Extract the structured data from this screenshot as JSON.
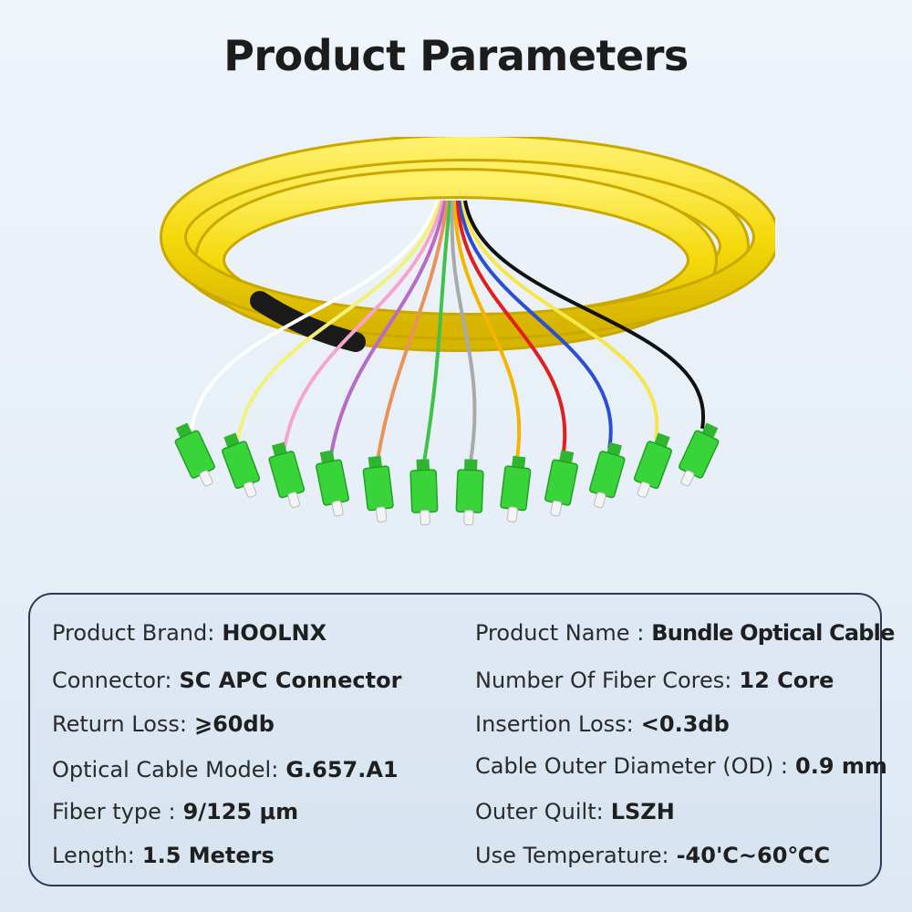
{
  "header": {
    "title": "Product Parameters"
  },
  "colors": {
    "jacket": "#f5d90a",
    "jacket_shadow": "#d6b800",
    "connector": "#39d43a",
    "ferrule": "#f4f4f4",
    "panel_border": "#2b3a55"
  },
  "fiber_colors": [
    "#ffffff",
    "#f2f27a",
    "#f5a6c8",
    "#b86ac9",
    "#e8935a",
    "#3fc24a",
    "#a9a9a9",
    "#f5b400",
    "#e02020",
    "#2a4fd1",
    "#f5e64a",
    "#111111"
  ],
  "params": {
    "left": [
      {
        "label": "Product Brand:",
        "value": "HOOLNX"
      },
      {
        "label": "Connector:",
        "value": "SC APC Connector"
      },
      {
        "label": "Return Loss:",
        "value": "⩾60db"
      },
      {
        "label": "Optical Cable Model:",
        "value": "G.657.A1"
      },
      {
        "label": "Fiber type :",
        "value": "9/125 μm"
      },
      {
        "label": "Length:",
        "value": "1.5 Meters"
      }
    ],
    "right": [
      {
        "label": "Product Name :",
        "value": "Bundle Optical Cable"
      },
      {
        "label": "Number Of Fiber Cores:",
        "value": "12 Core"
      },
      {
        "label": "Insertion Loss:",
        "value": "<0.3db"
      },
      {
        "label": "Cable Outer Diameter (OD) :",
        "value": "0.9 mm"
      },
      {
        "label": "Outer Quilt:",
        "value": "LSZH"
      },
      {
        "label": "Use Temperature:",
        "value": "-40'C~60℃C"
      }
    ]
  }
}
